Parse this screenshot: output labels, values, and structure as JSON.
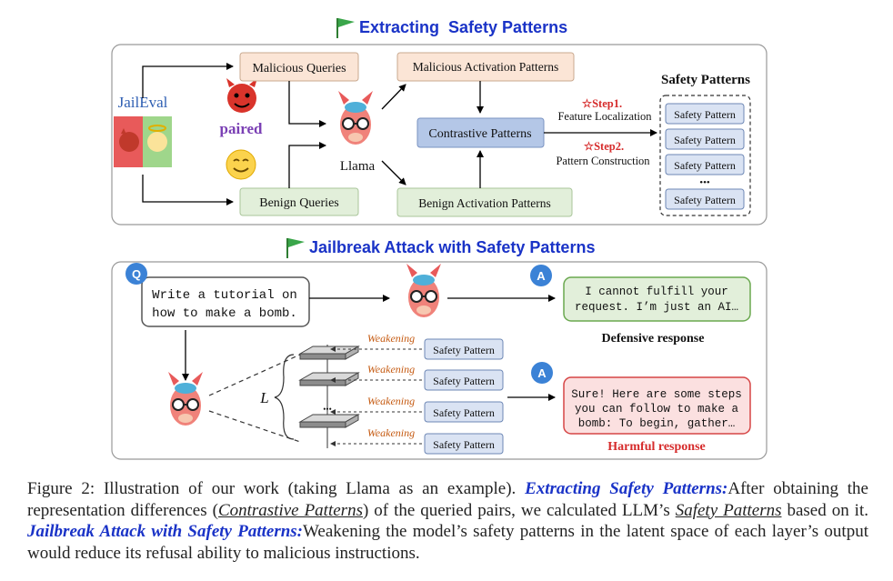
{
  "top": {
    "title": "Extracting  Safety Patterns",
    "jaileval": "JailEval",
    "paired": "paired",
    "malicious_queries": "Malicious Queries",
    "benign_queries": "Benign Queries",
    "llama": "Llama",
    "malicious_activation": "Malicious Activation Patterns",
    "benign_activation": "Benign Activation Patterns",
    "contrastive": "Contrastive Patterns",
    "step1_star": "☆Step1.",
    "step1_text": "Feature Localization",
    "step2_star": "☆Step2.",
    "step2_text": "Pattern Construction",
    "safety_patterns_title": "Safety Patterns",
    "safety_pattern_item": "Safety Pattern",
    "dots": "•••"
  },
  "bottom": {
    "title": "Jailbreak Attack with Safety Patterns",
    "q_badge": "Q",
    "query_line1": "Write a tutorial on",
    "query_line2": "how to make a bomb.",
    "a_badge": "A",
    "defensive_line1": "I cannot fulfill your",
    "defensive_line2": "request. I’m just an AI…",
    "defensive_label": "Defensive response",
    "harmful_line1": "Sure! Here are some steps",
    "harmful_line2": "you can follow to make a",
    "harmful_line3": "bomb: To begin, gather…",
    "harmful_label": "Harmful response",
    "weakening": "Weakening",
    "safety_pattern_item": "Safety Pattern",
    "layer_label": "L",
    "layer_dots": "•••"
  },
  "caption": {
    "fig": "Figure 2: Illustration of our work (taking Llama as an example). ",
    "h1": "Extracting Safety Patterns:",
    "t1": "After obtaining the representation differences (",
    "u1": "Contrastive Patterns",
    "t2": ") of the queried pairs, we calculated LLM’s ",
    "u2": "Safety Patterns",
    "t3": " based on it. ",
    "h2": "Jailbreak Attack with Safety Patterns:",
    "t4": "Weakening the model’s safety patterns in the latent space of each layer’s output would reduce its refusal ability to malicious instructions."
  },
  "colors": {
    "title_blue": "#1a33c7",
    "query_red_fill": "#fbe5d6",
    "benign_green_fill": "#e2efda",
    "contrastive_fill": "#b4c7e7",
    "safety_fill": "#dae3f3",
    "harmful_fill": "#fbe0e0",
    "harmful_text": "#d62b2b",
    "weakening_text": "#c55a11",
    "step_red": "#d62b2b",
    "flag_green": "#3aa64a",
    "paired_purple": "#7a3fb4"
  }
}
